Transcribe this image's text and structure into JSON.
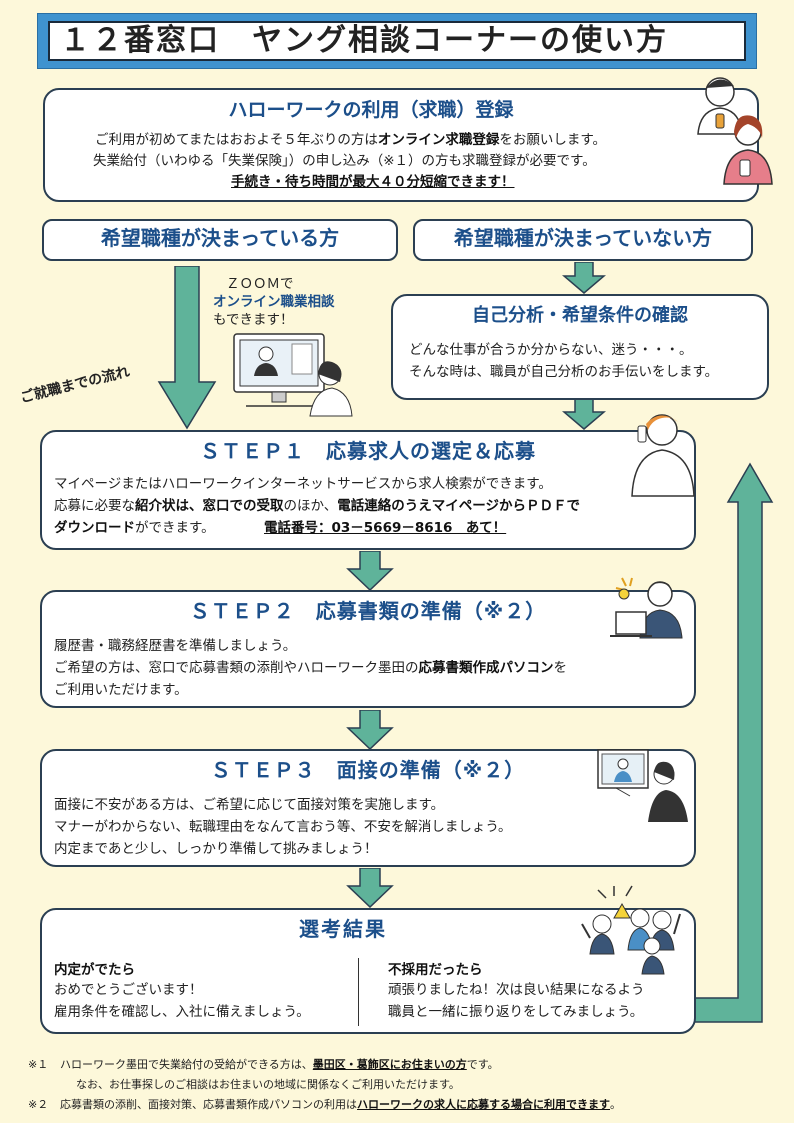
{
  "title": "１２番窓口　ヤング相談コーナーの使い方",
  "registration": {
    "title": "ハローワークの利用（求職）登録",
    "line1_a": "ご利用が初めてまたはおおよそ５年ぶりの方は",
    "line1_b": "オンライン求職登録",
    "line1_c": "をお願いします。",
    "line2": "失業給付（いわゆる「失業保険」）の申し込み（※１）の方も求職登録が必要です。",
    "line3": "手続き・待ち時間が最大４０分短縮できます！"
  },
  "decided": {
    "label": "希望職種が決まっている方"
  },
  "undecided": {
    "label": "希望職種が決まっていない方"
  },
  "zoom": {
    "line1": "ＺＯＯＭで",
    "line2": "オンライン職業相談",
    "line3": "もできます！"
  },
  "self_analysis": {
    "title": "自己分析・希望条件の確認",
    "line1": "どんな仕事が合うか分からない、迷う・・・。",
    "line2": "そんな時は、職員が自己分析のお手伝いをします。"
  },
  "flow_label": "ご就職までの流れ",
  "step1": {
    "title": "ＳＴＥＰ１　応募求人の選定＆応募",
    "line1": "マイページまたはハローワークインターネットサービスから求人検索ができます。",
    "line2_a": "応募に必要な",
    "line2_b": "紹介状は、窓口での受取",
    "line2_c": "のほか、",
    "line2_d": "電話連絡のうえマイページからＰＤＦで",
    "line3_a": "ダウンロード",
    "line3_b": "ができます。",
    "phone": "電話番号：03－5669－8616　あて！"
  },
  "step2": {
    "title": "ＳＴＥＰ２　応募書類の準備（※２）",
    "line1": "履歴書・職務経歴書を準備しましょう。",
    "line2_a": "ご希望の方は、窓口で応募書類の添削やハローワーク墨田の",
    "line2_b": "応募書類作成パソコン",
    "line2_c": "を",
    "line3": "ご利用いただけます。"
  },
  "step3": {
    "title": "ＳＴＥＰ３　面接の準備（※２）",
    "line1": "面接に不安がある方は、ご希望に応じて面接対策を実施します。",
    "line2": "マナーがわからない、転職理由をなんて言おう等、不安を解消しましょう。",
    "line3": "内定まであと少し、しっかり準備して挑みましょう！"
  },
  "result": {
    "title": "選考結果",
    "left_head": "内定がでたら",
    "left_line1": "おめでとうございます！",
    "left_line2": "雇用条件を確認し、入社に備えましょう。",
    "right_head": "不採用だったら",
    "right_line1": "頑張りましたね！次は良い結果になるよう",
    "right_line2": "職員と一緒に振り返りをしてみましょう。"
  },
  "notes": {
    "n1_mark": "※１",
    "n1_a": "ハローワーク墨田で失業給付の受給ができる方は、",
    "n1_b": "墨田区・葛飾区にお住まいの方",
    "n1_c": "です。",
    "n1_line2": "なお、お仕事探しのご相談はお住まいの地域に関係なくご利用いただけます。",
    "n2_mark": "※２",
    "n2_a": "応募書類の添削、面接対策、応募書類作成パソコンの利用は",
    "n2_b": "ハローワークの求人に応募する場合に利用できます",
    "n2_c": "。"
  },
  "colors": {
    "banner": "#3f93cf",
    "arrow": "#5fb39a",
    "title_text": "#1c4f8a",
    "background": "#fdf8da"
  }
}
